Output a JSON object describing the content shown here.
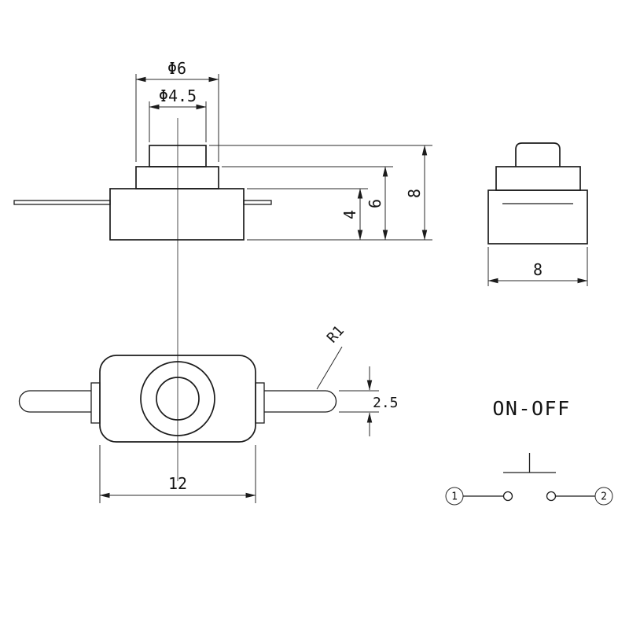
{
  "drawing": {
    "front_view": {
      "dim_cap_diameter": "Φ6",
      "dim_plunger_diameter": "Φ4.5",
      "dim_body_height": "4",
      "dim_mid_height": "6",
      "dim_total_height": "8"
    },
    "side_view": {
      "dim_width": "8"
    },
    "top_view": {
      "corner_radius": "R1",
      "dim_lead_width": "2.5",
      "dim_body_width": "12"
    },
    "circuit": {
      "label": "ON-OFF",
      "terminal_left": "1",
      "terminal_right": "2"
    }
  }
}
